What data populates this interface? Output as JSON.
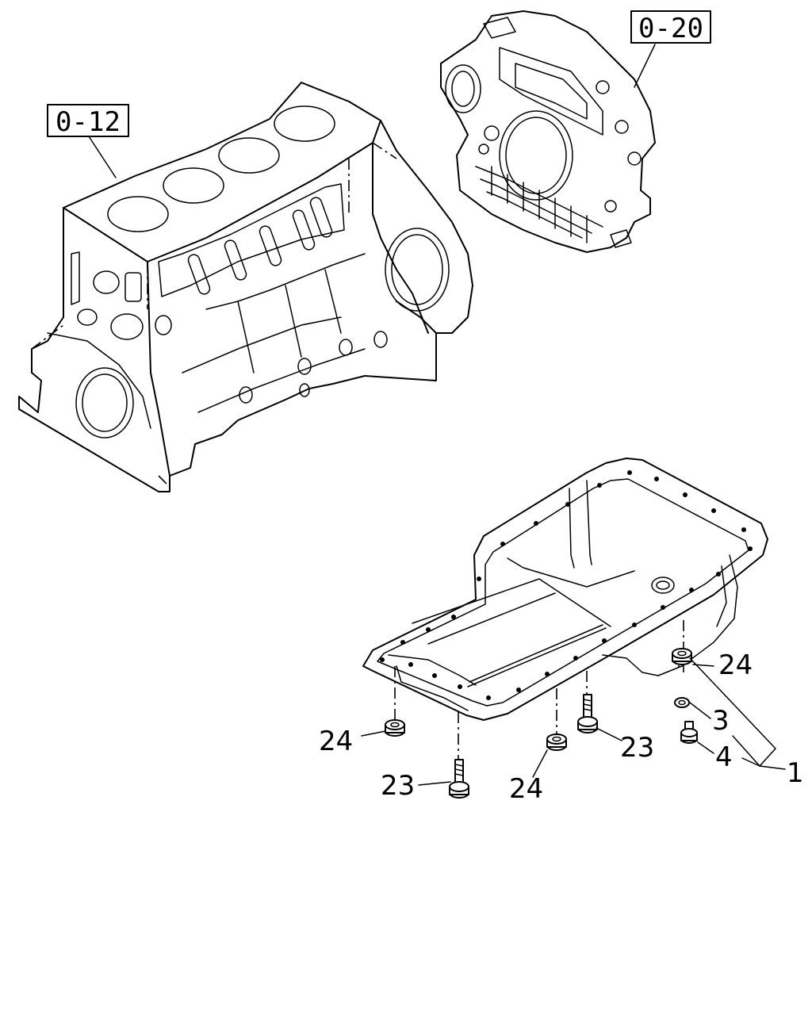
{
  "references": {
    "cylinder_block": "0-12",
    "flywheel_housing": "0-20"
  },
  "callouts": {
    "oil_pan": "1",
    "washer": "3",
    "drain_plug": "4",
    "bolt_right": "23",
    "bolt_left": "23",
    "nut_right": "24",
    "nut_left": "24",
    "nut_mid": "24"
  }
}
